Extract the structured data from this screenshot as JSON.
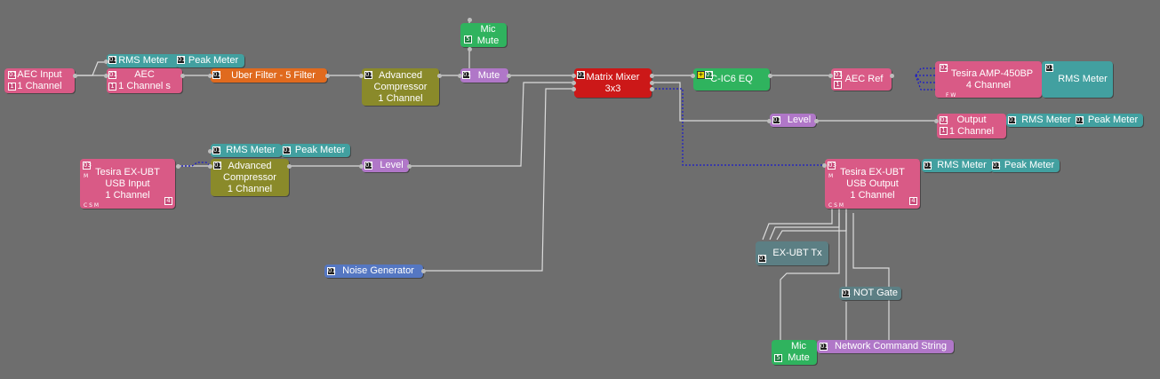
{
  "blocks": {
    "aec_input": {
      "title": "AEC Input",
      "sub": "1 Channel",
      "badge": "01",
      "badge2": "1"
    },
    "rms_meter_top": {
      "title": "RMS Meter",
      "badge": "01"
    },
    "peak_meter_top": {
      "title": "Peak Meter",
      "badge": "01"
    },
    "aec": {
      "title": "AEC",
      "sub": "1 Channel",
      "suffix": "s",
      "badge": "01",
      "badge2": "1"
    },
    "uber_filter": {
      "title": "Uber Filter - 5 Filter",
      "badge": "01"
    },
    "adv_comp_top": {
      "title": "Advanced",
      "sub": "Compressor",
      "sub2": "1 Channel",
      "badge": "01"
    },
    "mic_mute_top": {
      "title": "Mic",
      "sub": "Mute",
      "badge": "5"
    },
    "mute": {
      "title": "Mute",
      "badge": "01"
    },
    "matrix_mixer": {
      "title": "Matrix Mixer",
      "sub": "3x3",
      "badge": "01"
    },
    "cic6_eq": {
      "title": "C-IC6 EQ",
      "badge": "01"
    },
    "aec_ref": {
      "title": "AEC Ref",
      "badge": "01",
      "badge2": "1"
    },
    "amp": {
      "title": "Tesira AMP-450BP",
      "sub": "4 Channel",
      "badge": "02"
    },
    "rms_meter_amp": {
      "title": "RMS Meter",
      "badge": "01"
    },
    "level_mid": {
      "title": "Level",
      "badge": "01"
    },
    "output": {
      "title": "Output",
      "sub": "1 Channel",
      "badge": "01",
      "badge2": "1"
    },
    "rms_meter_out": {
      "title": "RMS Meter",
      "badge": "01"
    },
    "peak_meter_out": {
      "title": "Peak Meter",
      "badge": "01"
    },
    "exubt_in": {
      "title": "Tesira EX-UBT",
      "sub": "USB Input",
      "sub2": "1 Channel",
      "badge": "03",
      "corner": "4"
    },
    "rms_meter_left": {
      "title": "RMS Meter",
      "badge": "01"
    },
    "peak_meter_left": {
      "title": "Peak Meter",
      "badge": "01"
    },
    "adv_comp_left": {
      "title": "Advanced",
      "sub": "Compressor",
      "sub2": "1 Channel",
      "badge": "01"
    },
    "level_left": {
      "title": "Level",
      "badge": "01"
    },
    "exubt_out": {
      "title": "Tesira EX-UBT",
      "sub": "USB Output",
      "sub2": "1 Channel",
      "badge": "03",
      "corner": "4"
    },
    "rms_meter_usb": {
      "title": "RMS Meter",
      "badge": "01"
    },
    "peak_meter_usb": {
      "title": "Peak Meter",
      "badge": "01"
    },
    "noise_gen": {
      "title": "Noise Generator",
      "badge": "01"
    },
    "exubt_tx": {
      "title": "EX-UBT Tx",
      "badge": "01"
    },
    "not_gate": {
      "title": "NOT Gate",
      "badge": "01"
    },
    "mic_mute_bottom": {
      "title": "Mic",
      "sub": "Mute",
      "badge": "5"
    },
    "net_cmd": {
      "title": "Network Command String",
      "badge": "01"
    }
  },
  "port_letters": {
    "csm": "C S M",
    "fw": "F W",
    "m": "M"
  },
  "colors": {
    "background": "#6e6e6e",
    "wire": "#dcdcdc",
    "wire_dotted": "#1a1acc",
    "pink": "#d95a86",
    "teal": "#42a0a0",
    "orange": "#e06a1e",
    "olive": "#8a8a2a",
    "green": "#2fb35e",
    "lavender": "#b077c8",
    "red": "#cc1818",
    "slate": "#5c7f84",
    "blue": "#5577c2"
  }
}
